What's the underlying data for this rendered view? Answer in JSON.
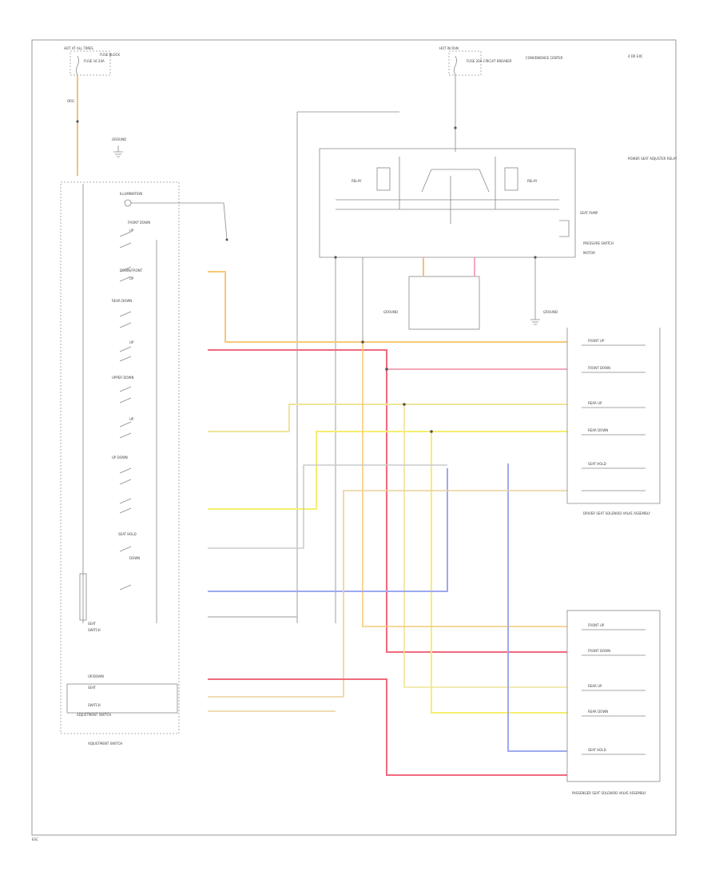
{
  "labels": {
    "left_feed": "HOT AT ALL TIMES",
    "left_fuse_box": "FUSE BLOCK",
    "left_fuse": "FUSE 16 20A",
    "center_feed": "HOT IN RUN",
    "center_fuse": "FUSE 20A CIRCUIT BREAKER",
    "center_fuse_box": "CONVENIENCE CENTER",
    "corner_note": "4 DR EXC",
    "ground_left": "GROUND",
    "illumination": "ILLUMINATION",
    "front_down": "FRONT DOWN",
    "down_front_rear": "DOWN/FRONT",
    "rear_down": "REAR DOWN",
    "upper_down": "UPPER DOWN",
    "up_down": "UP DOWN",
    "seat_hold": "SEAT HOLD",
    "up_btn_1": "UP",
    "up_btn_2": "UP",
    "up_btn_3": "UP",
    "up_btn_4": "UP",
    "down_btn": "DOWN",
    "relay_left": "RELAY",
    "relay_right": "RELAY",
    "pressure_sw": "PRESSURE SWITCH",
    "seat_pump": "SEAT PUMP",
    "power_seat_relay": "POWER SEAT ADJUSTER RELAY",
    "ground_center_left": "GROUND",
    "ground_center_right": "GROUND",
    "motor_title": "MOTOR",
    "seat_sw_top": "SEAT",
    "seat_sw_bottom": "SWITCH",
    "adj_switch": "ADJUSTMENT SWITCH",
    "bottom_sw_title": "UP/DOWN",
    "bottom_sw_l1": "SEAT",
    "bottom_sw_l2": "SWITCH",
    "left_module_label": "ADJUSTMENT SWITCH",
    "drv_actuator_1": "FRONT UP",
    "drv_actuator_2": "FRONT DOWN",
    "drv_actuator_3": "REAR UP",
    "drv_actuator_4": "REAR DOWN",
    "drv_actuator_5": "SEAT HOLD",
    "drv_solenoid_title": "DRIVER SEAT SOLENOID VALVE ASSEMBLY",
    "pass_actuator_1": "FRONT UP",
    "pass_actuator_2": "FRONT DOWN",
    "pass_actuator_3": "REAR UP",
    "pass_actuator_4": "REAR DOWN",
    "pass_actuator_5": "SEAT HOLD",
    "pass_solenoid_title": "PASSENGER SEAT SOLENOID VALVE ASSEMBLY",
    "footer_code": "ESC"
  }
}
